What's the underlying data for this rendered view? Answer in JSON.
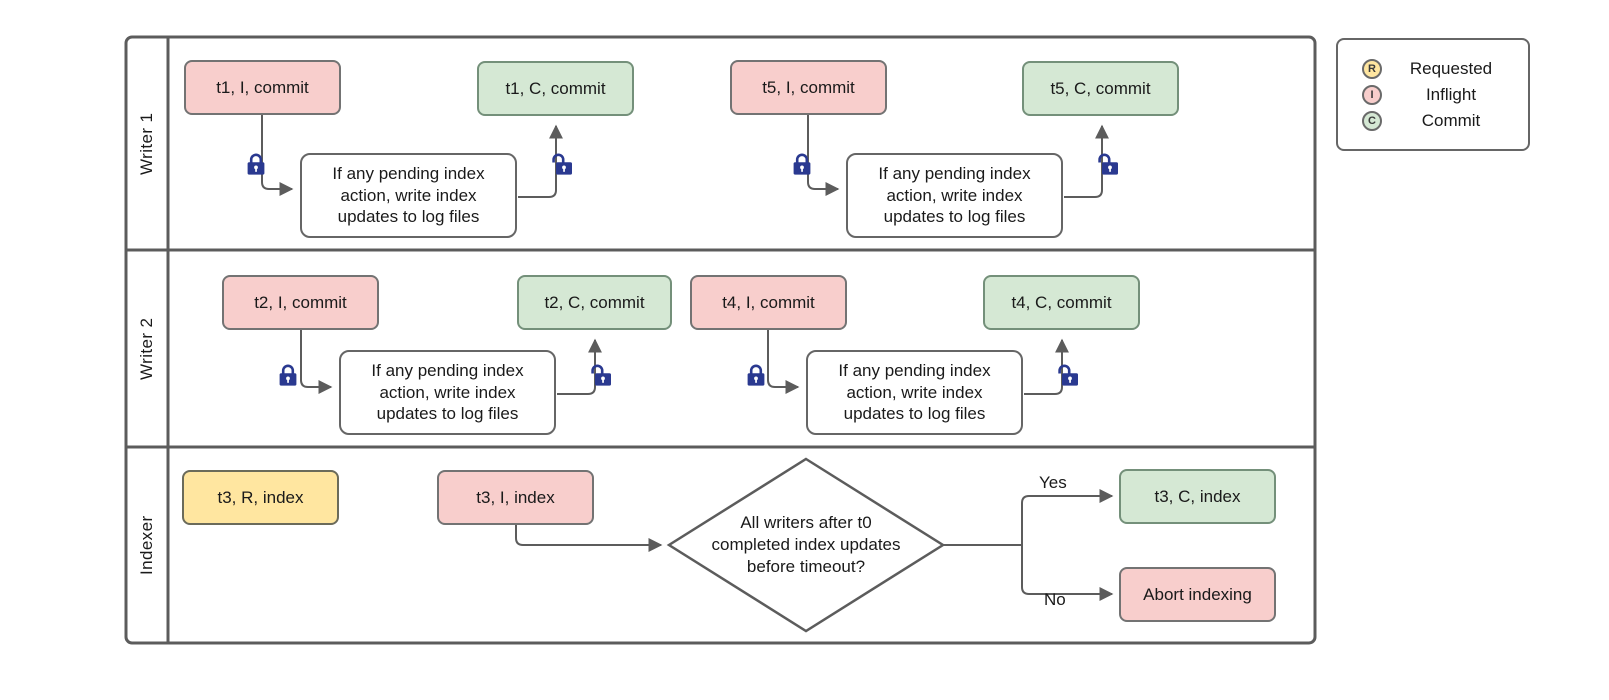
{
  "diagram": {
    "title": "Writer / Indexer concurrency swimlane flowchart",
    "colors": {
      "inflight_fill": "#f8cecc",
      "commit_fill": "#d5e8d4",
      "requested_fill": "#ffe6a0",
      "plain_fill": "#ffffff",
      "border": "#666666",
      "lock": "#2a3990",
      "edge": "#5c5c5c"
    },
    "lanes": [
      {
        "id": "writer1",
        "label": "Writer 1"
      },
      {
        "id": "writer2",
        "label": "Writer 2"
      },
      {
        "id": "indexer",
        "label": "Indexer"
      }
    ],
    "process_text": "If any pending index\naction, write index\nupdates to log files",
    "nodes": {
      "w1_t1_i": "t1, I, commit",
      "w1_t1_c": "t1, C, commit",
      "w1_proc_a": "If any pending index\naction, write index\nupdates to log files",
      "w1_t5_i": "t5, I, commit",
      "w1_t5_c": "t5, C, commit",
      "w1_proc_b": "If any pending index\naction, write index\nupdates to log files",
      "w2_t2_i": "t2, I, commit",
      "w2_t2_c": "t2, C, commit",
      "w2_proc_a": "If any pending index\naction, write index\nupdates to log files",
      "w2_t4_i": "t4, I, commit",
      "w2_t4_c": "t4, C, commit",
      "w2_proc_b": "If any pending index\naction, write index\nupdates to log files",
      "ix_t3_r": "t3, R, index",
      "ix_t3_i": "t3, I, index",
      "ix_decision": "All writers after t0\ncompleted index updates\nbefore timeout?",
      "ix_t3_c": "t3, C, index",
      "ix_abort": "Abort indexing"
    },
    "edge_labels": {
      "yes": "Yes",
      "no": "No"
    },
    "locks": {
      "closed_name": "lock-closed-icon",
      "open_name": "lock-open-icon"
    }
  },
  "legend": {
    "items": [
      {
        "badge": "R",
        "label": "Requested",
        "color": "#ffe6a0"
      },
      {
        "badge": "I",
        "label": "Inflight",
        "color": "#f8cecc"
      },
      {
        "badge": "C",
        "label": "Commit",
        "color": "#d5e8d4"
      }
    ]
  }
}
